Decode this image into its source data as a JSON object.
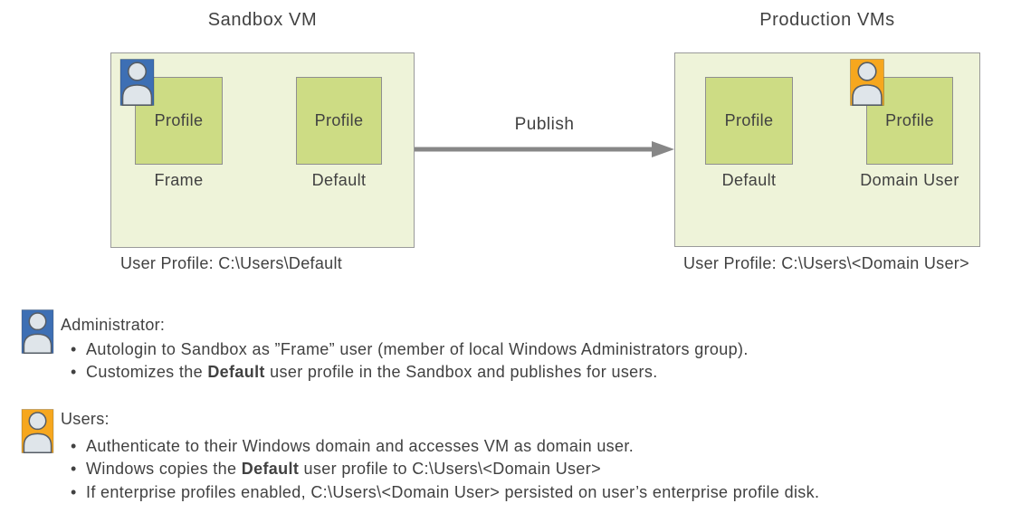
{
  "colors": {
    "accent_blue": "#3d6fb4",
    "accent_orange": "#f6a71e",
    "outer_box_fill": "#eef3d9",
    "outer_box_border": "#9a9a9a",
    "profile_box_fill": "#cddc84",
    "profile_box_border": "#8f8f8f",
    "arrow_gray": "#878787",
    "text_color": "#414141",
    "person_fill": "#dfe5ea",
    "person_stroke": "#565d66"
  },
  "diagram": {
    "sandbox": {
      "title": "Sandbox VM",
      "profiles": [
        {
          "label": "Profile",
          "caption": "Frame"
        },
        {
          "label": "Profile",
          "caption": "Default"
        }
      ],
      "footer": "User Profile: C:\\Users\\Default"
    },
    "arrow_label": "Publish",
    "production": {
      "title": "Production VMs",
      "profiles": [
        {
          "label": "Profile",
          "caption": "Default"
        },
        {
          "label": "Profile",
          "caption": "Domain User"
        }
      ],
      "footer": "User Profile: C:\\Users\\<Domain User>"
    }
  },
  "legend": {
    "bullet_char": "•",
    "admin": {
      "heading": "Administrator:",
      "bullets": [
        {
          "pre": "Autologin to Sandbox as ”Frame” user (member of local Windows Administrators group).",
          "bold": "",
          "post": ""
        },
        {
          "pre": "Customizes the ",
          "bold": "Default",
          "post": " user profile in the Sandbox and publishes for users."
        }
      ]
    },
    "users": {
      "heading": "Users:",
      "bullets": [
        {
          "pre": "Authenticate to their Windows domain and accesses VM as domain user.",
          "bold": "",
          "post": ""
        },
        {
          "pre": "Windows copies the ",
          "bold": "Default",
          "post": " user profile to C:\\Users\\<Domain User>"
        },
        {
          "pre": "If enterprise profiles enabled, C:\\Users\\<Domain User> persisted on user’s enterprise profile disk.",
          "bold": "",
          "post": ""
        }
      ]
    }
  }
}
